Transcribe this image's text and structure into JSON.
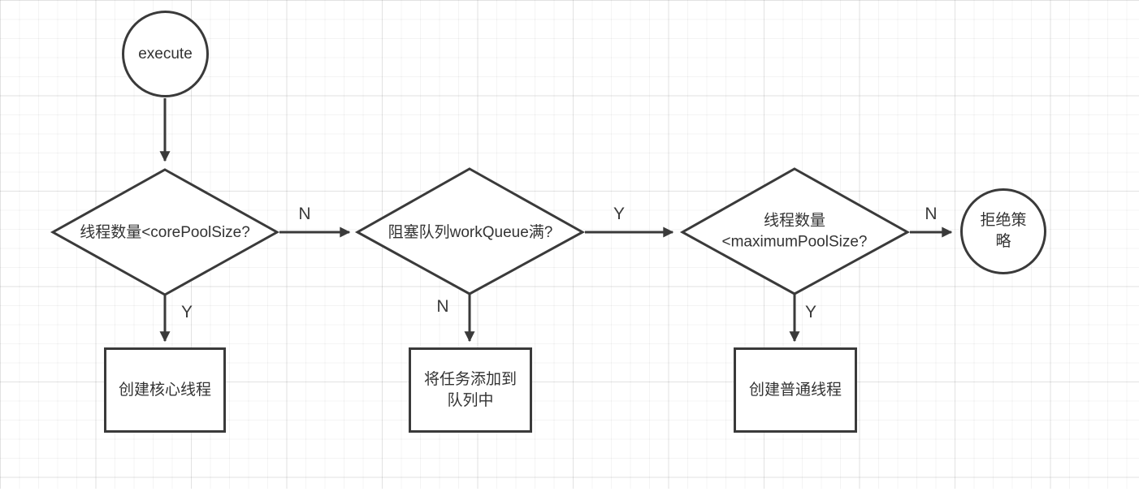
{
  "diagram": {
    "line_color": "#3a3a3a",
    "background": "#ffffff",
    "nodes": {
      "start": {
        "type": "circle",
        "label": "execute"
      },
      "check_core": {
        "type": "decision",
        "label": "线程数量<corePoolSize?"
      },
      "check_queue": {
        "type": "decision",
        "label": "阻塞队列workQueue满?"
      },
      "check_max": {
        "type": "decision",
        "label_lines": [
          "线程数量",
          "<maximumPoolSize?"
        ]
      },
      "reject": {
        "type": "circle",
        "label_lines": [
          "拒绝策",
          "略"
        ]
      },
      "create_core": {
        "type": "process",
        "label": "创建核心线程"
      },
      "add_queue": {
        "type": "process",
        "label_lines": [
          "将任务添加到",
          "队列中"
        ]
      },
      "create_normal": {
        "type": "process",
        "label": "创建普通线程"
      }
    },
    "edge_labels": {
      "core_no": "N",
      "core_yes": "Y",
      "queue_yes": "Y",
      "queue_no": "N",
      "max_no": "N",
      "max_yes": "Y"
    }
  }
}
